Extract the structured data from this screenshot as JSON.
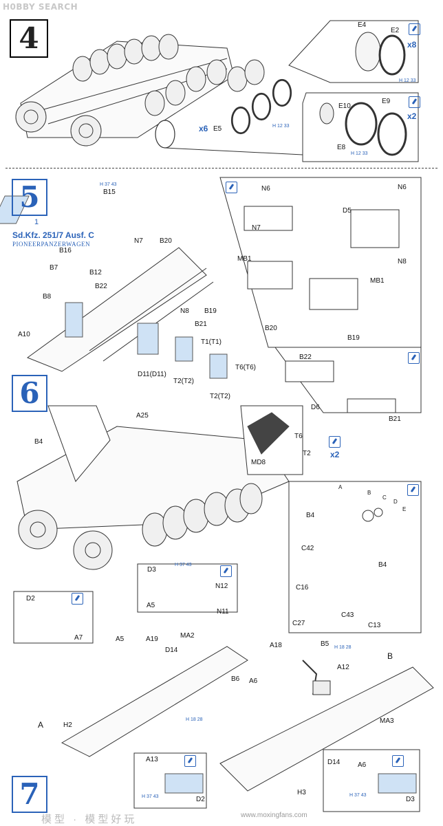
{
  "header": {
    "brand": "H0BBY SEARCH"
  },
  "steps": {
    "s4": "4",
    "s5": "5",
    "s6": "6",
    "s7": "7"
  },
  "vehicle": {
    "name": "Sd.Kfz. 251/7 Ausf. C",
    "subtitle": "PIONEERPANZERWAGEN",
    "option": "1"
  },
  "step4": {
    "labels": {
      "e4": "E4",
      "e2": "E2",
      "e10": "E10",
      "e9": "E9",
      "e8": "E8",
      "e5": "E5"
    },
    "qty": {
      "q8": "x8",
      "q2": "x2",
      "q6": "x6"
    },
    "refs": {
      "r1": "H 12 33",
      "r2": "H 12 33",
      "r3": "H 12 33"
    }
  },
  "step5": {
    "labels": {
      "b15": "B15",
      "b16": "B16",
      "b7": "B7",
      "b12": "B12",
      "b22": "B22",
      "b8": "B8",
      "a10": "A10",
      "n7": "N7",
      "b20": "B20",
      "n8": "N8",
      "b19": "B19",
      "b21": "B21",
      "t1": "T1(T1)",
      "d11": "D11(D11)",
      "t2a": "T2(T2)",
      "t6": "T6(T6)",
      "t2b": "T2(T2)"
    },
    "refs": {
      "r1": "H 37 43"
    },
    "detail1": {
      "n6a": "N6",
      "n6b": "N6",
      "d5": "D5",
      "n7": "N7",
      "n8": "N8",
      "mb1a": "MB1",
      "mb1b": "MB1",
      "b20": "B20",
      "b19": "B19"
    },
    "detail2": {
      "b22": "B22",
      "d6": "D6",
      "b21": "B21"
    }
  },
  "step6": {
    "labels": {
      "a25": "A25",
      "b4": "B4"
    },
    "detail1": {
      "t6": "T6",
      "md8": "MD8",
      "t2": "T2",
      "qty": "x2"
    },
    "detail2": {
      "a": "A",
      "b": "B",
      "c": "C",
      "d": "D",
      "e": "E",
      "b4a": "B4",
      "c42": "C42",
      "b4b": "B4",
      "c16": "C16",
      "c43": "C43",
      "c27": "C27",
      "c13": "C13"
    }
  },
  "step7": {
    "labels": {
      "d3": "D3",
      "n12": "N12",
      "a5a": "A5",
      "n11": "N11",
      "d2": "D2",
      "a7": "A7",
      "a5b": "A5",
      "a19": "A19",
      "ma2": "MA2",
      "d14a": "D14",
      "a18": "A18",
      "b5": "B5",
      "b": "B",
      "a12": "A12",
      "b6": "B6",
      "a6a": "A6",
      "a": "A",
      "h2": "H2",
      "ma3": "MA3",
      "d14b": "D14",
      "a13": "A13",
      "d2b": "D2",
      "h3": "H3",
      "a6b": "A6",
      "d3b": "D3"
    },
    "refs": {
      "r1": "H 37 43",
      "r2": "H 18 28",
      "r3": "H 18 28",
      "r4": "H 37 43",
      "r5": "H 37 43"
    }
  },
  "watermark": {
    "cn": "模型 · 模型好玩",
    "url": "www.moxingfans.com"
  }
}
